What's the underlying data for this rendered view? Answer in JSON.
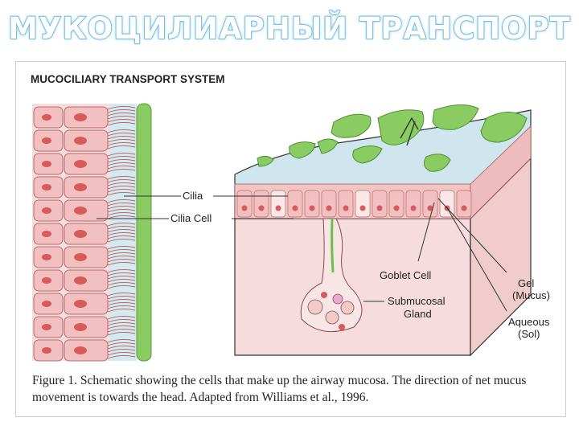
{
  "slide": {
    "title": "МУКОЦИЛИАРНЫЙ ТРАНСПОРТ"
  },
  "figure": {
    "heading": "MUCOCILIARY TRANSPORT SYSTEM",
    "labels": {
      "cilia": "Cilia",
      "cilia_cell": "Cilia Cell",
      "goblet_cell": "Goblet Cell",
      "submucosal_1": "Submucosal",
      "submucosal_2": "Gland",
      "gel_1": "Gel",
      "gel_2": "(Mucus)",
      "aqueous_1": "Aqueous",
      "aqueous_2": "(Sol)"
    },
    "caption": "Figure 1. Schematic showing the cells that make up the airway mucosa. The direction of net mucus movement is towards the head.  Adapted from Williams et al., 1996."
  },
  "colors": {
    "title_outline": "#4aa8d8",
    "cell_fill": "#f2c0c0",
    "cell_stroke": "#b86a6a",
    "nucleus": "#d95a5a",
    "mucus_green": "#7bc95a",
    "sol_blue": "#c9e3ee",
    "tissue_pink": "#f6d9d9"
  }
}
